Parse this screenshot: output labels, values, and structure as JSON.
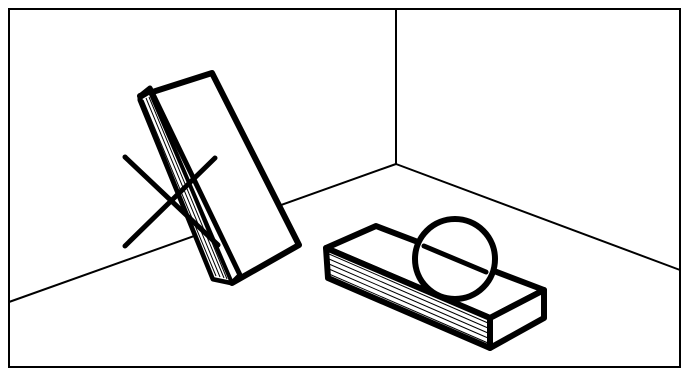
{
  "scene": {
    "description_text": "",
    "colors": {
      "line": "#000000",
      "background": "#ffffff"
    },
    "panels": [
      {
        "id": "upright-block",
        "status": "incorrect",
        "mark_icon": "cross-mark-icon"
      },
      {
        "id": "flat-block",
        "status": "correct",
        "mark_icon": "no-entry-mark-icon"
      }
    ]
  }
}
